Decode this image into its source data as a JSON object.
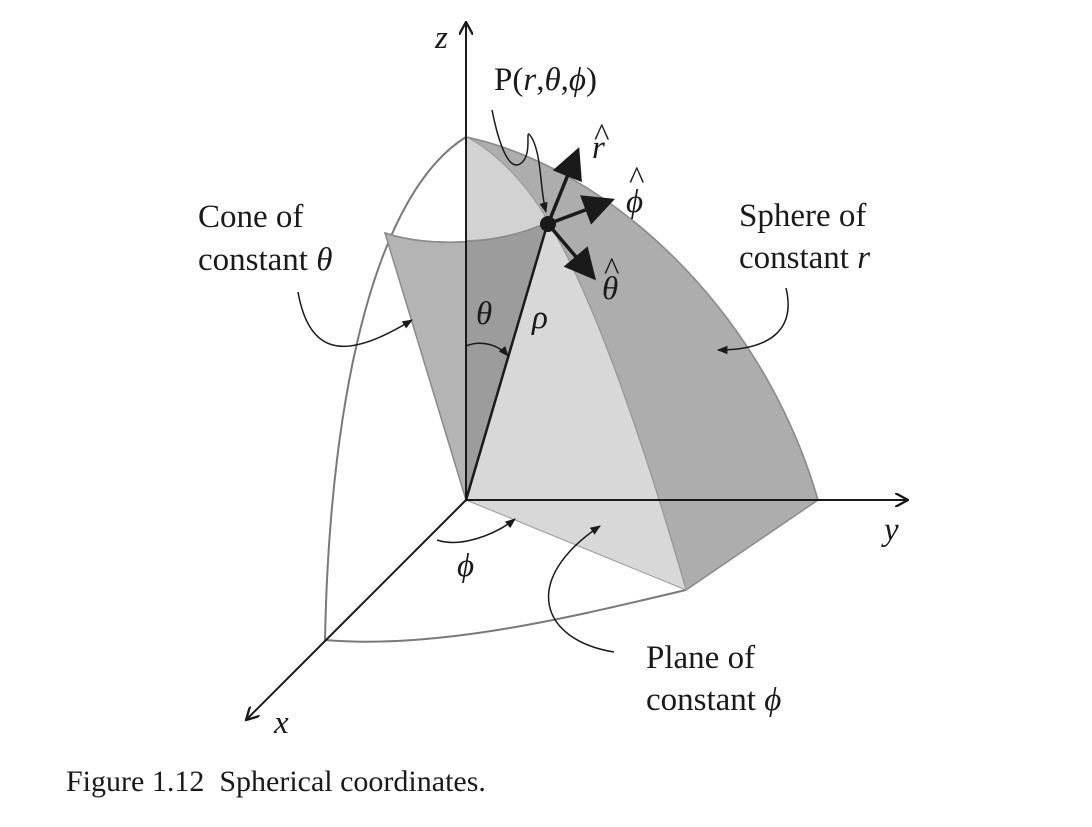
{
  "axes": {
    "x": "x",
    "y": "y",
    "z": "z"
  },
  "point_label": {
    "prefix": "P(",
    "r": "r",
    "sep1": ",",
    "theta": "θ",
    "sep2": ",",
    "phi": "ϕ",
    "suffix": ")"
  },
  "unit_vectors": {
    "r": "r",
    "phi": "ϕ",
    "theta": "θ",
    "hat": "^"
  },
  "angles": {
    "theta": "θ",
    "phi": "ϕ",
    "rho": "ρ"
  },
  "callouts": {
    "cone": {
      "line1": "Cone of",
      "line2_text": "constant ",
      "line2_symbol": "θ"
    },
    "sphere": {
      "line1": "Sphere of",
      "line2_text": "constant ",
      "line2_symbol": "r"
    },
    "plane": {
      "line1": "Plane of",
      "line2_text": "constant ",
      "line2_symbol": "ϕ"
    }
  },
  "caption": "Figure 1.12  Spherical coordinates.",
  "colors": {
    "sphere_fill": "#adadad",
    "plane_fill": "#d8d8d8",
    "cone_fill": "#b4b4b4",
    "cone_inner": "#9c9c9c",
    "outline": "#7a7a7a",
    "ink": "#1a1a1a"
  }
}
